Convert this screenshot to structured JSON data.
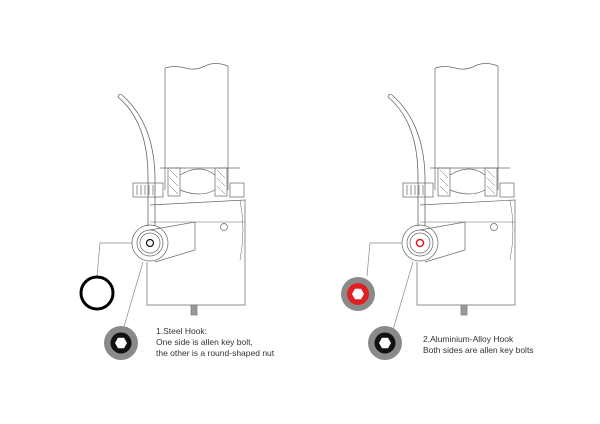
{
  "steel_hook": {
    "title": "1.Steel Hook:",
    "line1": "One side is allen key bolt,",
    "line2": "the other is a round-shaped nut"
  },
  "alloy_hook": {
    "title": "2.Aluminium-Alloy Hook",
    "line1": "Both sides are allen key bolts"
  },
  "colors": {
    "red_nut": "#e02020",
    "grey_nut": "#8a8a8a",
    "line": "#555555"
  }
}
